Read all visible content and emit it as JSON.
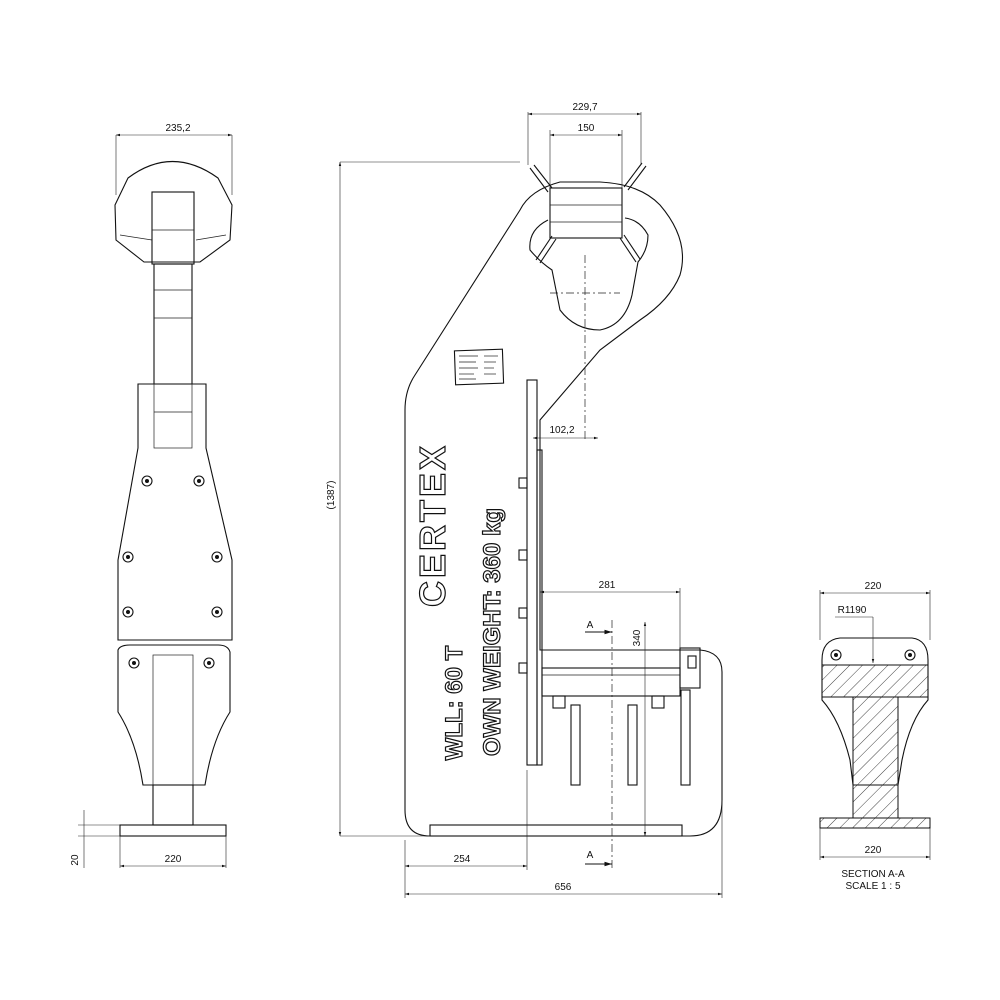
{
  "dimensions": {
    "side_top_width": "235,2",
    "side_base_width": "220",
    "side_base_height": "20",
    "front_top_outer": "229,7",
    "front_top_inner": "150",
    "front_height": "(1387)",
    "front_offset": "102,2",
    "front_platform": "281",
    "front_platform_height": "340",
    "front_bottom_left": "254",
    "front_total_width": "656",
    "section_top_width": "220",
    "section_radius": "R1190",
    "section_base_width": "220"
  },
  "markings": {
    "brand": "CERTEX",
    "wll": "WLL: 60 T",
    "own_weight": "OWN WEIGHT: 360 kg"
  },
  "section": {
    "marker_top": "A",
    "marker_bottom": "A",
    "title": "SECTION A-A",
    "scale": "SCALE 1 : 5"
  }
}
